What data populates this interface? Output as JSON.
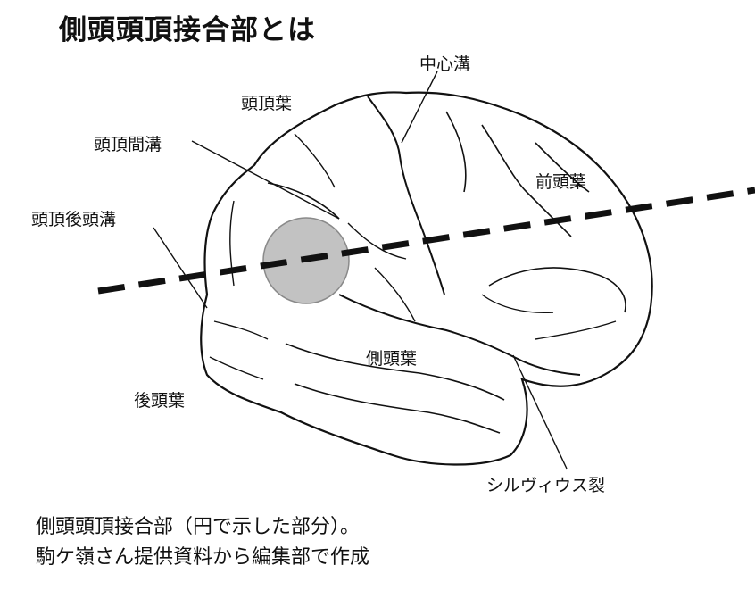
{
  "title": "側頭頭頂接合部とは",
  "labels": {
    "central_sulcus": "中心溝",
    "parietal_lobe": "頭頂葉",
    "intraparietal_sulcus": "頭頂間溝",
    "frontal_lobe": "前頭葉",
    "parieto_occipital_sulcus": "頭頂後頭溝",
    "temporal_lobe": "側頭葉",
    "occipital_lobe": "後頭葉",
    "sylvian_fissure": "シルヴィウス裂"
  },
  "caption": {
    "line1": "側頭頭頂接合部（円で示した部分）。",
    "line2": "駒ケ嶺さん提供資料から編集部で作成"
  },
  "colors": {
    "outline": "#111111",
    "highlight_fill": "#c2c2c2",
    "highlight_stroke": "#8a8a8a"
  }
}
